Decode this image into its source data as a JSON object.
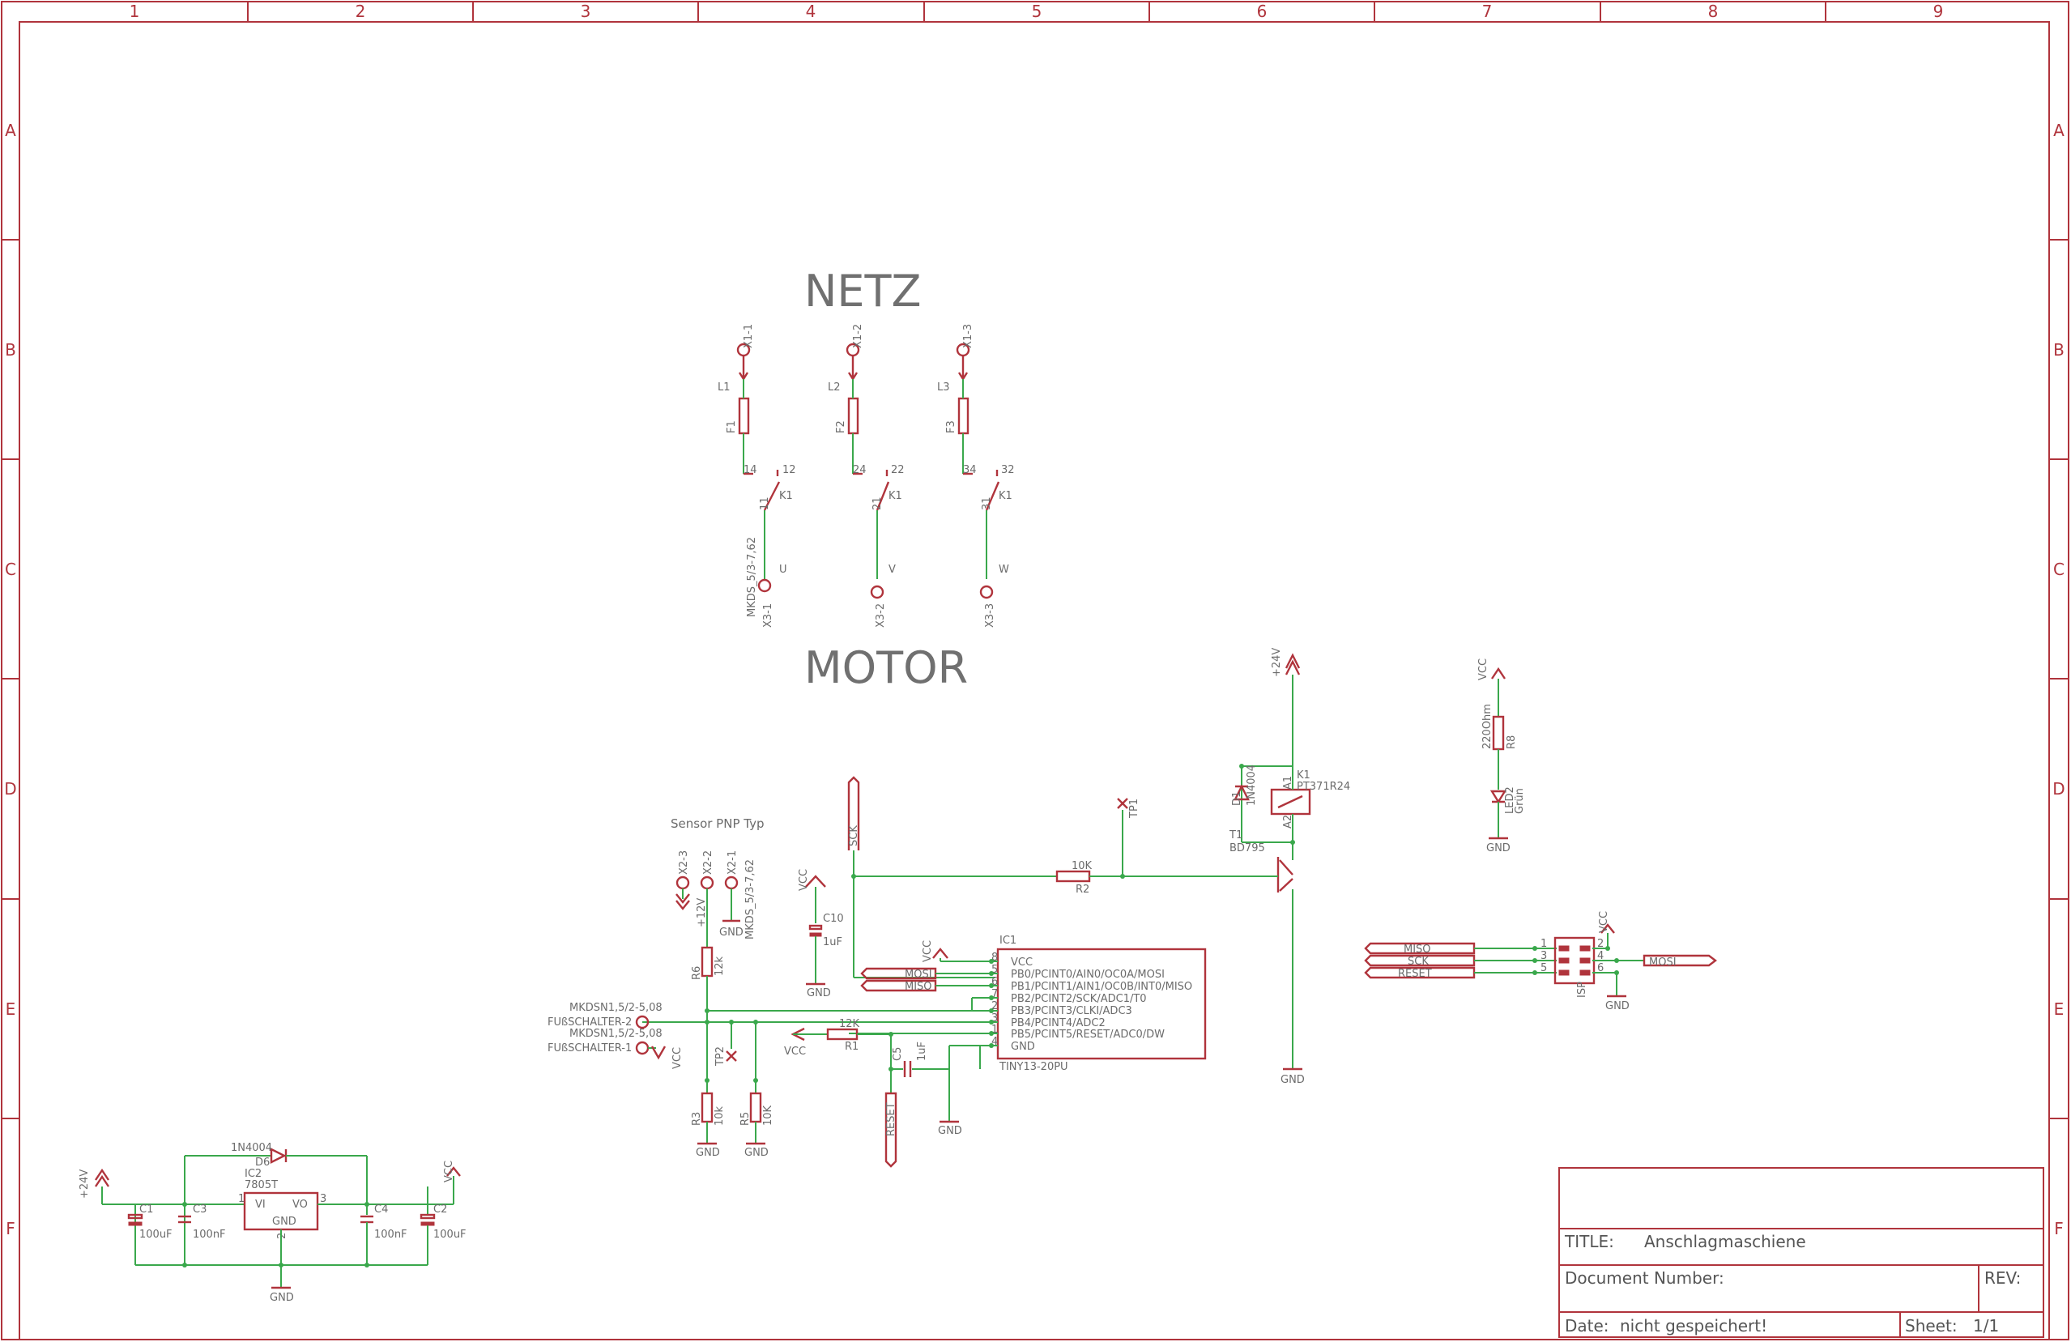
{
  "frame": {
    "columns": [
      "1",
      "2",
      "3",
      "4",
      "5",
      "6",
      "7",
      "8",
      "9"
    ],
    "rows": [
      "A",
      "B",
      "C",
      "D",
      "E",
      "F"
    ]
  },
  "headings": {
    "netz": "NETZ",
    "motor": "MOTOR"
  },
  "mains": {
    "phases": [
      {
        "connector": "X1-1",
        "line": "L1",
        "pin": "1",
        "fuse": "F1",
        "relay_pins": [
          "14",
          "12",
          "11"
        ],
        "relay": "K1",
        "out_conn": "X3-1",
        "out": "U",
        "part": "MKDS_5/3-7,62"
      },
      {
        "connector": "X1-2",
        "line": "L2",
        "pin": "2",
        "fuse": "F2",
        "relay_pins": [
          "24",
          "22",
          "21"
        ],
        "relay": "K1",
        "out_conn": "X3-2",
        "out": "V",
        "part": ""
      },
      {
        "connector": "X1-3",
        "line": "L3",
        "pin": "3",
        "fuse": "F3",
        "relay_pins": [
          "34",
          "32",
          "31"
        ],
        "relay": "K1",
        "out_conn": "X3-3",
        "out": "W",
        "part": ""
      }
    ]
  },
  "relay": {
    "supply": "+24V",
    "diode": "D1",
    "diode_part": "1N4004",
    "ref": "K1",
    "part": "PT371R24",
    "a1": "A1",
    "a2": "A2",
    "transistor": "T1",
    "transistor_part": "BD795",
    "gnd": "GND"
  },
  "led": {
    "supply": "VCC",
    "resistor": "R8",
    "resistor_val": "220Ohm",
    "led": "LED2",
    "led_part": "Grün",
    "gnd": "GND"
  },
  "sck_net": "SCK",
  "tp1": "TP1",
  "r2": {
    "ref": "R2",
    "val": "10K"
  },
  "sensor": {
    "title": "Sensor PNP Typ",
    "pins": [
      "X2-3",
      "X2-2",
      "X2-1"
    ],
    "supply": "+12V",
    "gnd": "GND",
    "part": "MKDS_5/3-7,62",
    "r6": {
      "ref": "R6",
      "val": "12k"
    }
  },
  "c10": {
    "supply": "VCC",
    "ref": "C10",
    "val": "1uF",
    "gnd": "GND"
  },
  "ic1": {
    "ref": "IC1",
    "part": "TINY13-20PU",
    "supply": "VCC",
    "pins": [
      {
        "num": "8",
        "name": "VCC"
      },
      {
        "num": "5",
        "name": "PB0/PCINT0/AIN0/OC0A/MOSI"
      },
      {
        "num": "6",
        "name": "PB1/PCINT1/AIN1/OC0B/INT0/MISO"
      },
      {
        "num": "7",
        "name": "PB2/PCINT2/SCK/ADC1/T0"
      },
      {
        "num": "2",
        "name": "PB3/PCINT3/CLKI/ADC3"
      },
      {
        "num": "3",
        "name": "PB4/PCINT4/ADC2"
      },
      {
        "num": "1",
        "name": "PB5/PCINT5/RESET/ADC0/DW"
      },
      {
        "num": "4",
        "name": "GND"
      }
    ],
    "mosi": "MOSI",
    "miso": "MISO"
  },
  "foot": {
    "part1": "MKDSN1,5/2-5,08",
    "pin2": "FUßSCHALTER-2",
    "part2": "MKDSN1,5/2-5,08",
    "pin1": "FUßSCHALTER-1",
    "vcc": "VCC"
  },
  "tp2": "TP2",
  "r3": {
    "ref": "R3",
    "val": "10k",
    "gnd": "GND"
  },
  "r5": {
    "ref": "R5",
    "val": "10K",
    "gnd": "GND"
  },
  "r1": {
    "ref": "R1",
    "val": "12K",
    "vcc": "VCC"
  },
  "c5": {
    "ref": "C5",
    "val": "1uF",
    "gnd": "GND",
    "reset": "RESET"
  },
  "isp": {
    "ref": "ISP",
    "vcc": "VCC",
    "gnd": "GND",
    "left": [
      "MISO",
      "SCK",
      "RESET"
    ],
    "left_pins": [
      "1",
      "3",
      "5"
    ],
    "right_pins": [
      "2",
      "4",
      "6"
    ],
    "right": "MOSI"
  },
  "supply": {
    "in": "+24V",
    "out": "VCC",
    "d": "D6",
    "d_part": "1N4004",
    "ic": "IC2",
    "ic_part": "7805T",
    "vi": "VI",
    "vo": "VO",
    "gnd_pin": "GND",
    "pin1": "1",
    "pin2": "2",
    "pin3": "3",
    "c1": {
      "ref": "C1",
      "val": "100uF"
    },
    "c3": {
      "ref": "C3",
      "val": "100nF"
    },
    "c4": {
      "ref": "C4",
      "val": "100nF"
    },
    "c2": {
      "ref": "C2",
      "val": "100uF"
    },
    "gnd": "GND"
  },
  "titleblock": {
    "title_label": "TITLE:",
    "title": "Anschlagmaschiene",
    "docnum_label": "Document Number:",
    "rev_label": "REV:",
    "date_label": "Date:",
    "date": "nicht gespeichert!",
    "sheet_label": "Sheet:",
    "sheet": "1/1"
  }
}
